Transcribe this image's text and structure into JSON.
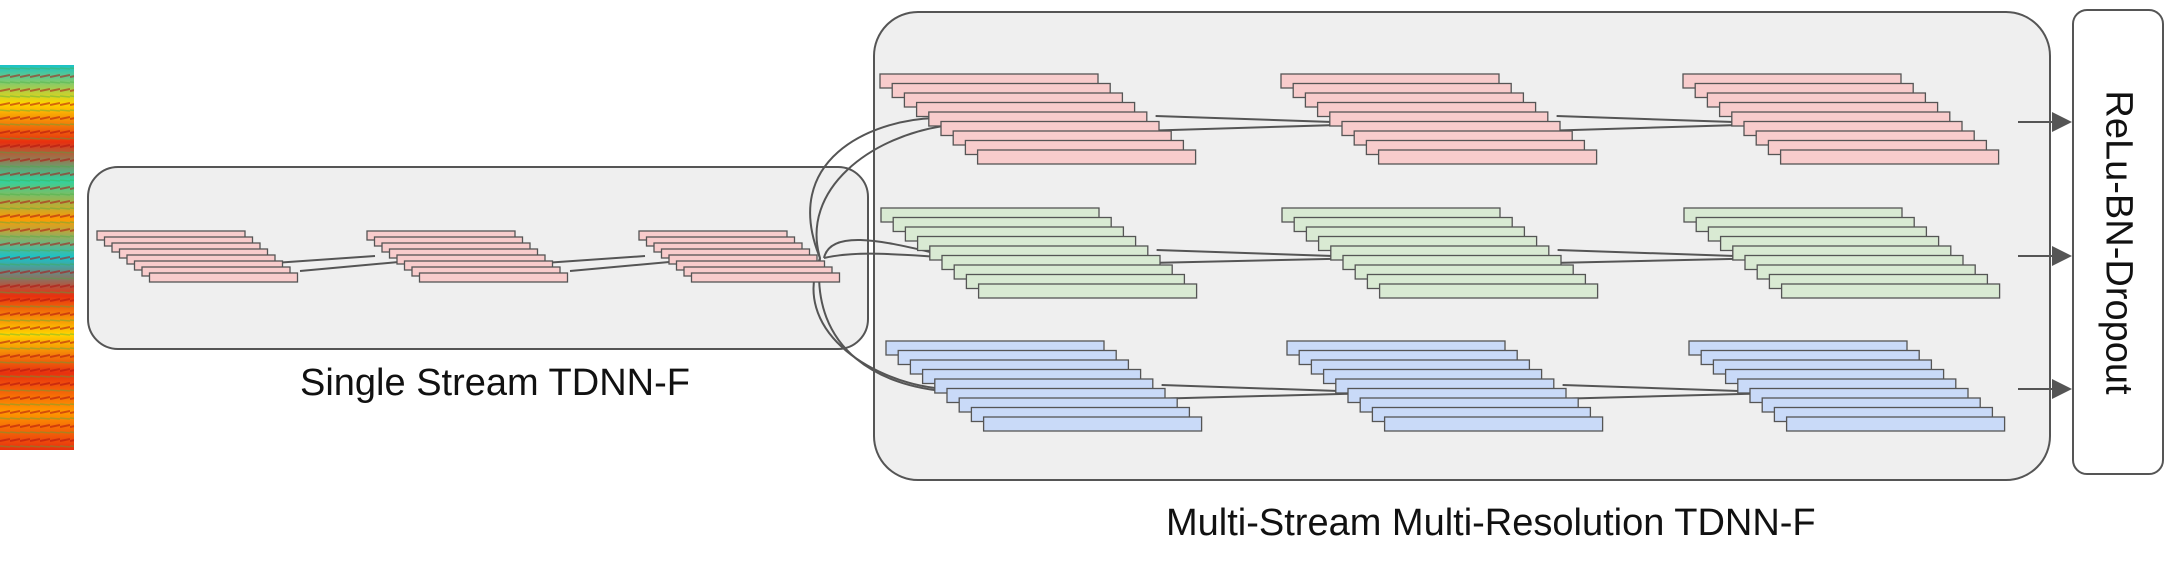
{
  "labels": {
    "single_stream": "Single Stream TDNN-F",
    "multi_stream": "Multi-Stream Multi-Resolution TDNN-F",
    "output_block": "ReLu-BN-Dropout"
  },
  "colors": {
    "layer_pink": "#f8cccc",
    "layer_green": "#d9ead3",
    "layer_blue": "#c9daf8",
    "panel_fill": "#efefef",
    "stroke": "#555555"
  },
  "streams": [
    "pink",
    "green",
    "blue"
  ]
}
